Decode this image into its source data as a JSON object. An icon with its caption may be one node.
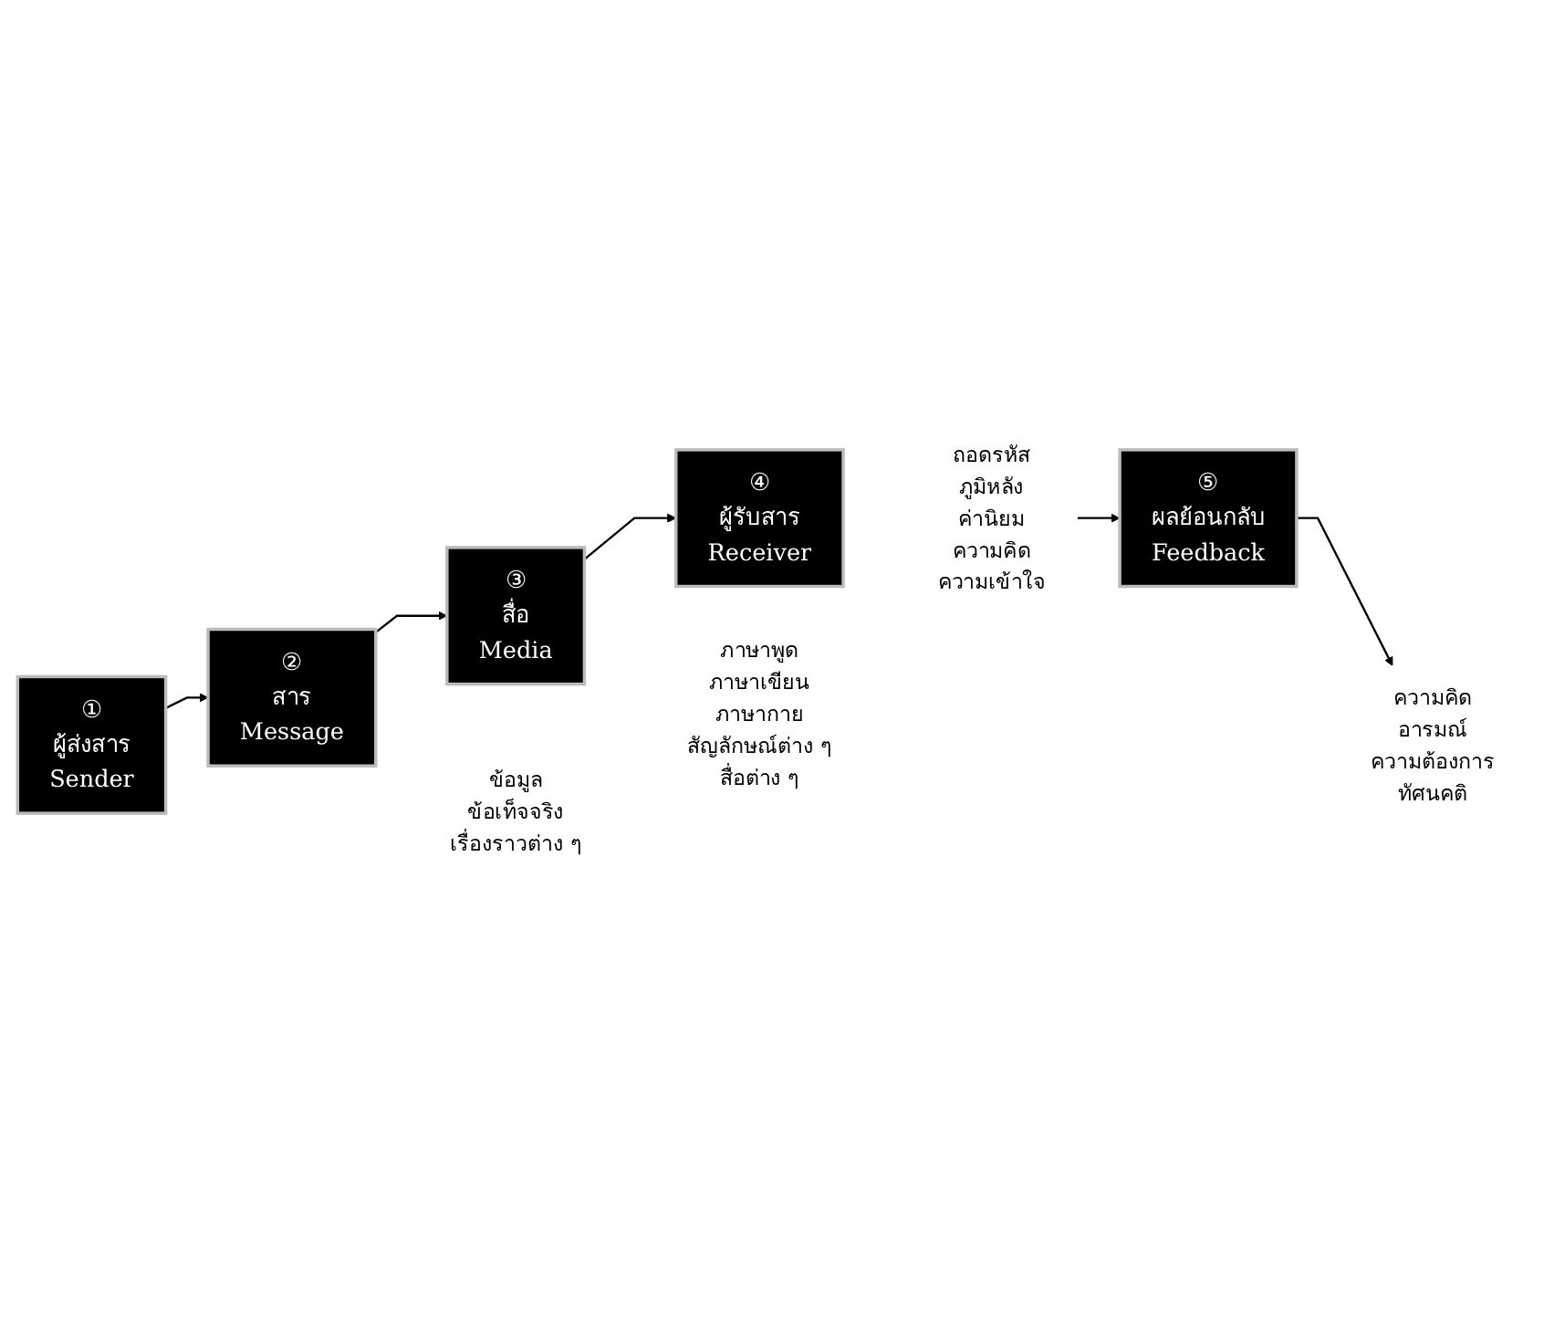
{
  "diagram": {
    "nodes": [
      {
        "text": [
          "①",
          "ผู้ส่งสาร",
          "Sender"
        ]
      },
      {
        "text": [
          "②",
          "สาร",
          "Message"
        ]
      },
      {
        "text": [
          "③",
          "สื่อ",
          "Media"
        ]
      },
      {
        "text": [
          "④",
          "ผู้รับสาร",
          "Receiver"
        ]
      },
      {
        "text": [
          "ความคิด",
          "อารมณ์",
          "ความต้องการ",
          "ทัศนคติ"
        ]
      },
      {
        "text": [
          "ข้อมูล",
          "ข้อเท็จจริง",
          "เรื่องราวต่าง ๆ"
        ]
      },
      {
        "text": [
          "ภาษาพูด",
          "ภาษาเขียน",
          "ภาษากาย",
          "สัญลักษณ์ต่าง ๆ",
          "สื่อต่าง ๆ"
        ]
      },
      {
        "text": [
          "ถอดรหัส",
          "ภูมิหลัง",
          "ค่านิยม",
          "ความคิด",
          "ความเข้าใจ"
        ]
      },
      {
        "text": [
          "⑤",
          "ผลย้อนกลับ",
          "Feedback"
        ]
      }
    ],
    "edges": [
      {
        "from": 0,
        "to": 1,
        "arrow": "to"
      },
      {
        "from": 1,
        "to": 2,
        "arrow": "to"
      },
      {
        "from": 2,
        "to": 3,
        "arrow": "to"
      },
      {
        "from": 7,
        "to": 8,
        "arrow": "to"
      },
      {
        "from": 8,
        "to": 4,
        "arrow": "to"
      }
    ]
  }
}
